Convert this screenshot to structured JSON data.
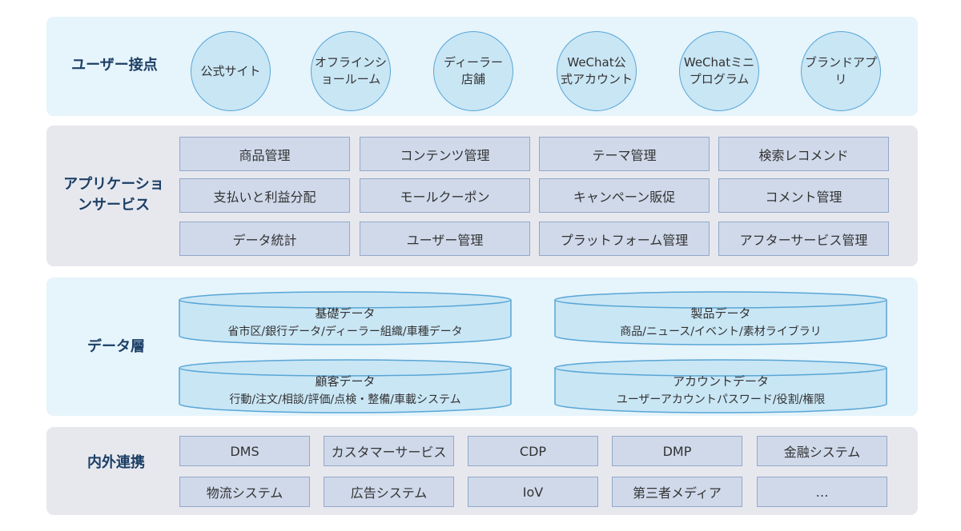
{
  "touchpoints": {
    "label": "ユーザー接点",
    "items": [
      "公式サイト",
      "オフラインシ\nョールーム",
      "ディーラー\n店舗",
      "WeChat公\n式アカウント",
      "WeChatミニ\nプログラム",
      "ブランドアプ\nリ"
    ]
  },
  "app_services": {
    "label": "アプリケーショ\nンサービス",
    "items": [
      "商品管理",
      "コンテンツ管理",
      "テーマ管理",
      "検索レコメンド",
      "支払いと利益分配",
      "モールクーポン",
      "キャンペーン販促",
      "コメント管理",
      "データ統計",
      "ユーザー管理",
      "プラットフォーム管理",
      "アフターサービス管理"
    ]
  },
  "data_layer": {
    "label": "データ層",
    "items": [
      {
        "title": "基礎データ",
        "sub": "省市区/銀行データ/ディーラー組織/車種データ"
      },
      {
        "title": "製品データ",
        "sub": "商品/ニュース/イベント/素材ライブラリ"
      },
      {
        "title": "顧客データ",
        "sub": "行動/注文/相談/評価/点検・整備/車載システム"
      },
      {
        "title": "アカウントデータ",
        "sub": "ユーザーアカウントパスワード/役割/権限"
      }
    ]
  },
  "integration": {
    "label": "内外連携",
    "items": [
      "DMS",
      "カスタマーサービス",
      "CDP",
      "DMP",
      "金融システム",
      "物流システム",
      "広告システム",
      "IoV",
      "第三者メディア",
      "…"
    ]
  },
  "colors": {
    "band_light": "#e6f4fb",
    "band_gray": "#e7e8ee",
    "circle_fill": "#c9e6f5",
    "circle_border": "#58a6d6",
    "box_fill": "#cfd9ea",
    "box_border": "#93a8c9",
    "label_text": "#1c3f66"
  }
}
